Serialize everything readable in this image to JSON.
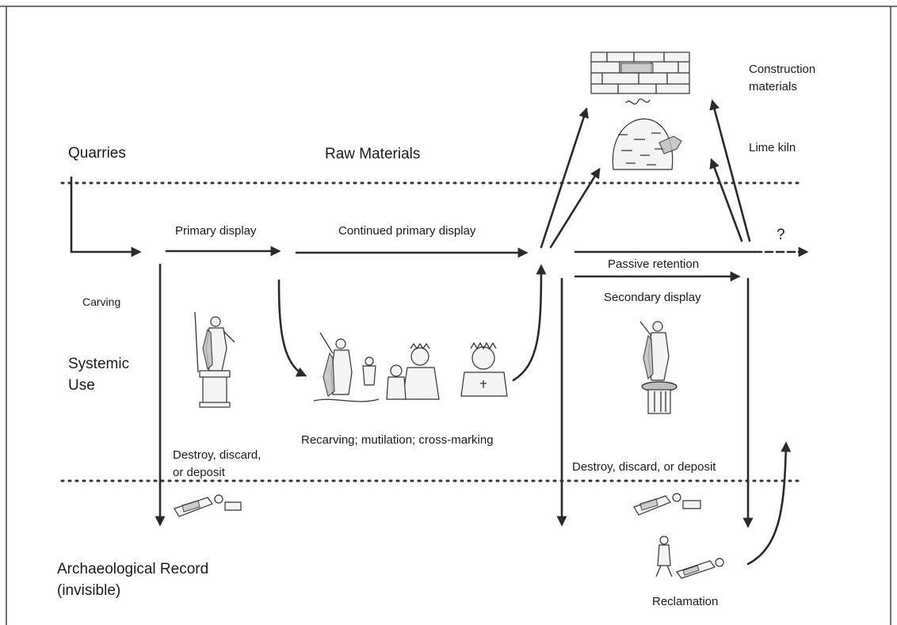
{
  "labels": {
    "quarries": "Quarries",
    "raw_materials": "Raw Materials",
    "systemic_use_1": "Systemic",
    "systemic_use_2": "Use",
    "archaeological_record_1": "Archaeological Record",
    "archaeological_record_2": "(invisible)",
    "carving": "Carving",
    "primary_display": "Primary display",
    "continued_primary_display": "Continued primary display",
    "recarving": "Recarving; mutilation; cross-marking",
    "destroy_left_1": "Destroy, discard,",
    "destroy_left_2": "or deposit",
    "passive_retention": "Passive retention",
    "secondary_display": "Secondary display",
    "destroy_right": "Destroy, discard, or deposit",
    "construction_1": "Construction",
    "construction_2": "materials",
    "lime_kiln": "Lime kiln",
    "question": "?",
    "reclamation": "Reclamation"
  },
  "colors": {
    "ink": "#1a1a1a",
    "line": "#2a2a2a",
    "frame": "#444444"
  }
}
